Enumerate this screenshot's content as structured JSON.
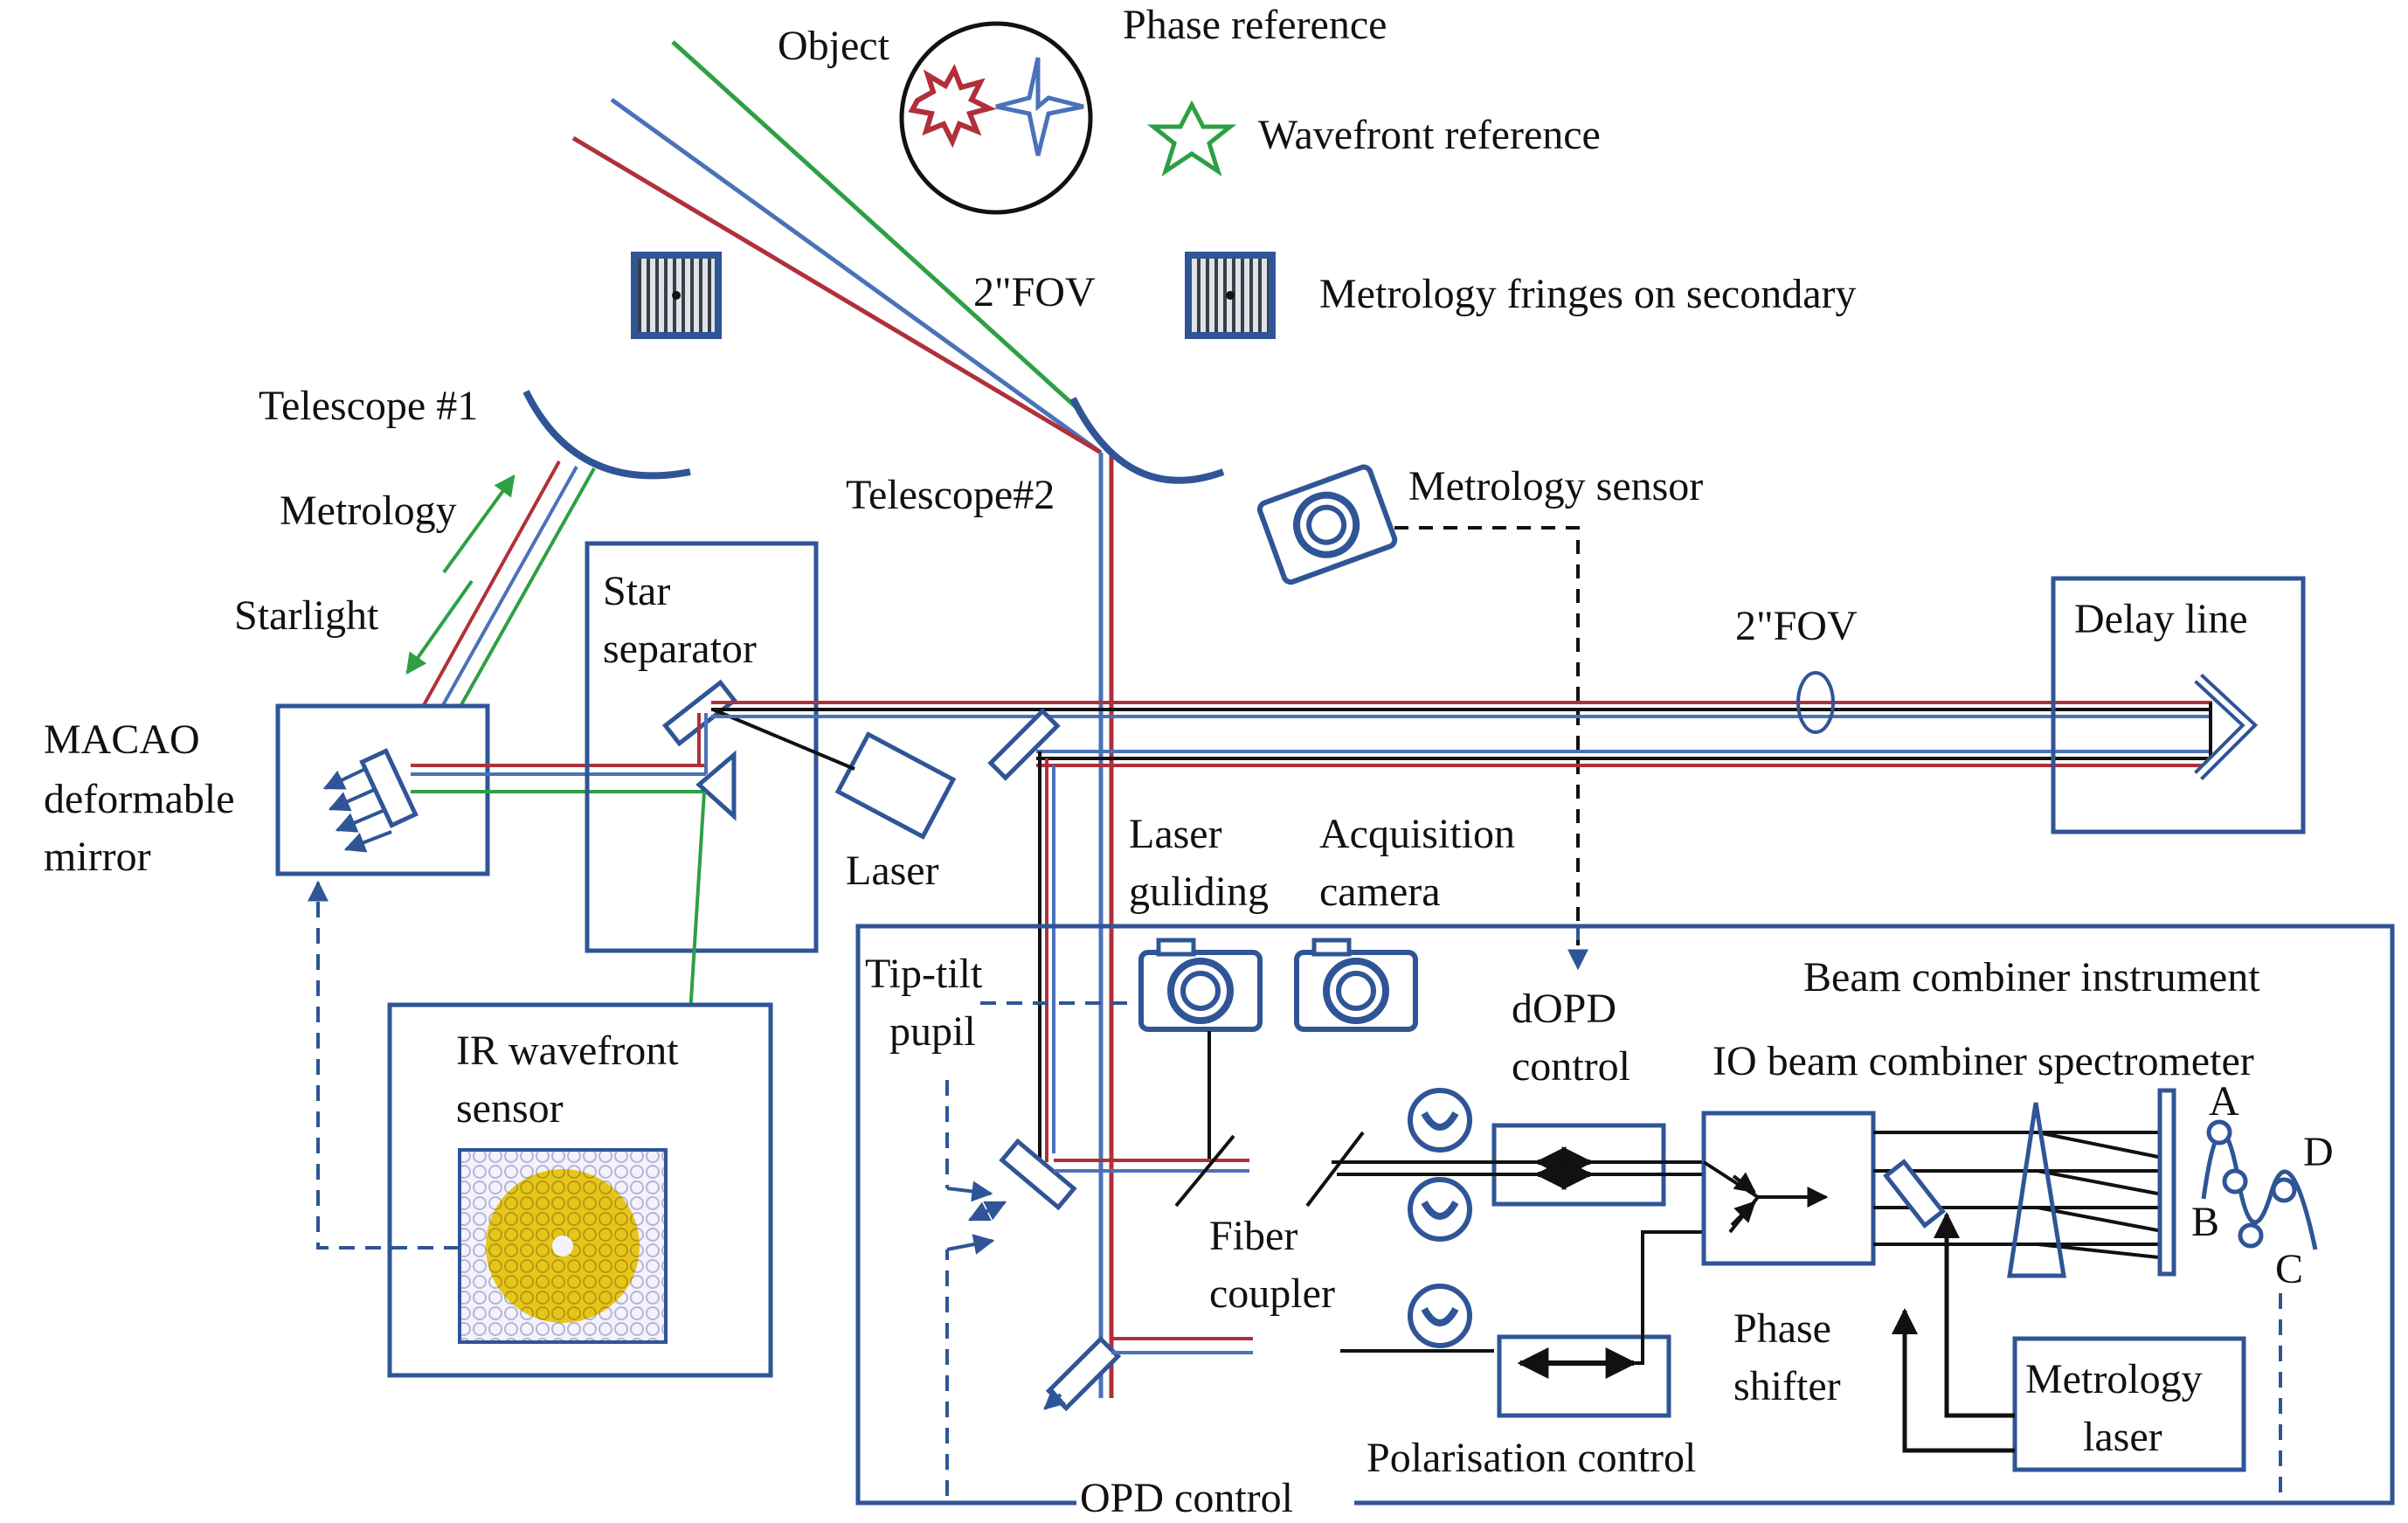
{
  "labels": {
    "object": "Object",
    "phase_reference": "Phase reference",
    "wavefront_reference": "Wavefront reference",
    "fov_top": "2\"FOV",
    "metrology_fringes": "Metrology fringes on secondary",
    "telescope1": "Telescope #1",
    "telescope2": "Telescope#2",
    "metrology": "Metrology",
    "starlight": "Starlight",
    "metrology_sensor": "Metrology sensor",
    "macao_line1": "MACAO",
    "macao_line2": "deformable",
    "macao_line3": "mirror",
    "star_line1": "Star",
    "star_line2": "separator",
    "fov_mid": "2\"FOV",
    "delay_line": "Delay line",
    "laser": "Laser",
    "laser_guiding_line1": "Laser",
    "laser_guiding_line2": "guliding",
    "acq_line1": "Acquisition",
    "acq_line2": "camera",
    "tiptilt_line1": "Tip-tilt",
    "tiptilt_line2": "pupil",
    "beam_combiner_instrument": "Beam combiner instrument",
    "dopd_line1": "dOPD",
    "dopd_line2": "control",
    "io_beam_combiner": "IO beam combiner spectrometer",
    "ir_line1": "IR wavefront",
    "ir_line2": "sensor",
    "fiber_line1": "Fiber",
    "fiber_line2": "coupler",
    "phase_line1": "Phase",
    "phase_line2": "shifter",
    "metro_laser_line1": "Metrology",
    "metro_laser_line2": "laser",
    "polarisation_control": "Polarisation control",
    "opd_control": "OPD control",
    "fringe_a": "A",
    "fringe_b": "B",
    "fringe_c": "C",
    "fringe_d": "D"
  },
  "colors": {
    "frame": "#2f5597",
    "red_beam": "#b0303a",
    "blue_beam": "#4a72b8",
    "green_beam": "#2ea043",
    "black": "#111111",
    "yellow": "#e8c81a"
  }
}
